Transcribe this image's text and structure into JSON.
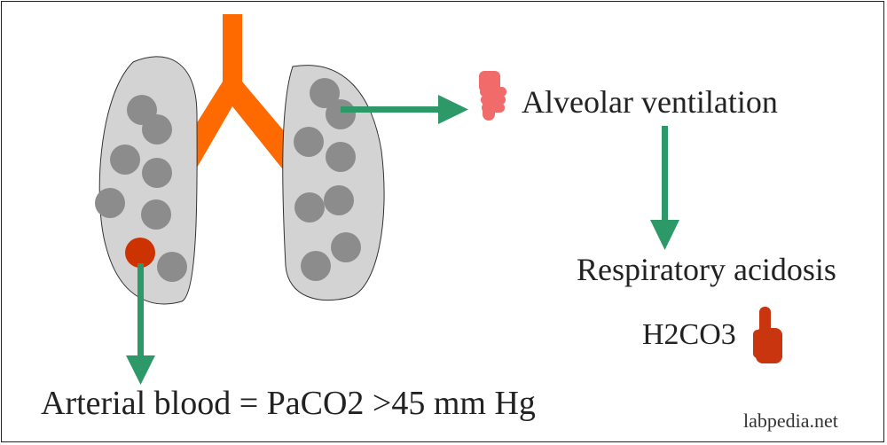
{
  "labels": {
    "alveolar": "Alveolar ventilation",
    "respiratory": "Respiratory acidosis",
    "h2co3": "H2CO3",
    "arterial": "Arterial blood = PaCO2  >45 mm Hg",
    "watermark": "labpedia.net"
  },
  "icons": {
    "ventilation_indicator": "pointing-down-hand-icon",
    "h2co3_indicator": "pointing-up-hand-icon"
  },
  "colors": {
    "trachea": "#ff6a00",
    "lung_fill": "#d3d3d3",
    "alveolus": "#8c8c8c",
    "blood_dot": "#cc3300",
    "arrow": "#2e9968",
    "hand_down": "#f26b6b",
    "hand_up": "#c8350f"
  }
}
